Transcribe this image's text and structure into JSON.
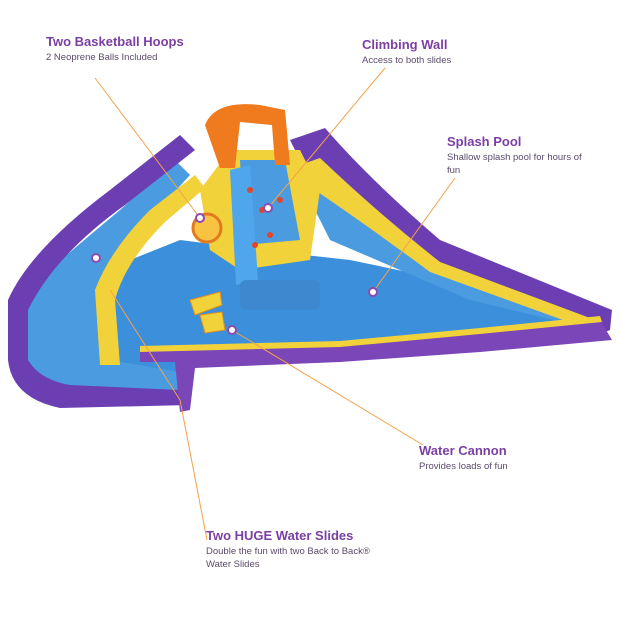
{
  "callouts": {
    "hoops": {
      "title": "Two Basketball Hoops",
      "desc": "2 Neoprene Balls Included"
    },
    "wall": {
      "title": "Climbing Wall",
      "desc": "Access to both slides"
    },
    "pool": {
      "title": "Splash Pool",
      "desc": "Shallow splash pool for hours of fun"
    },
    "cannon": {
      "title": "Water Cannon",
      "desc": "Provides loads of fun"
    },
    "slides": {
      "title": "Two HUGE Water Slides",
      "desc": "Double the fun with two Back to Back® Water Slides"
    }
  },
  "colors": {
    "title_purple": "#7b3fa3",
    "leader_orange": "#f2a24a",
    "inflatable_purple": "#6a3fb0",
    "inflatable_yellow": "#f1d23a",
    "inflatable_blue": "#3b8fd9",
    "inflatable_orange": "#f07a1e"
  }
}
